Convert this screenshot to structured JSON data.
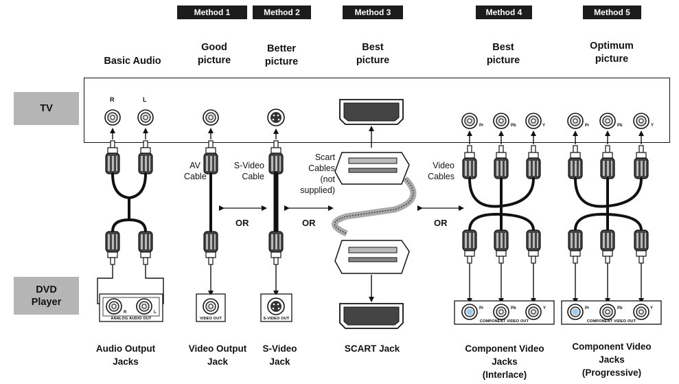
{
  "methods": [
    "Method 1",
    "Method 2",
    "Method 3",
    "Method 4",
    "Method 5"
  ],
  "column_headings": {
    "basic": [
      "Basic Audio"
    ],
    "m1": [
      "Good",
      "picture"
    ],
    "m2": [
      "Better",
      "picture"
    ],
    "m3": [
      "Best",
      "picture"
    ],
    "m4": [
      "Best",
      "picture"
    ],
    "m5": [
      "Optimum",
      "picture"
    ]
  },
  "devices": {
    "tv": "TV",
    "dvd": [
      "DVD",
      "Player"
    ]
  },
  "jack_marks": {
    "r": "R",
    "l": "L",
    "pr": "Pr",
    "pb": "Pb",
    "y": "Y"
  },
  "cables": {
    "av": [
      "AV",
      "Cable"
    ],
    "svideo": [
      "S-Video",
      "Cable"
    ],
    "scart": [
      "Scart",
      "Cables",
      "(not",
      "supplied)"
    ],
    "video": [
      "Video",
      "Cables"
    ]
  },
  "or_text": "OR",
  "panel_labels": {
    "analog": "ANALOG AUDIO OUT",
    "video": "VIDEO OUT",
    "svideo": "S-VIDEO OUT",
    "component": "COMPONENT VIDEO OUT"
  },
  "footers": {
    "audio": [
      "Audio Output",
      "Jacks"
    ],
    "video": [
      "Video Output",
      "Jack"
    ],
    "svideo": [
      "S-Video",
      "Jack"
    ],
    "scart": [
      "SCART Jack"
    ],
    "comp1": [
      "Component Video",
      "Jacks",
      "(Interlace)"
    ],
    "comp2": [
      "Component Video",
      "Jacks",
      "(Progressive)"
    ]
  }
}
